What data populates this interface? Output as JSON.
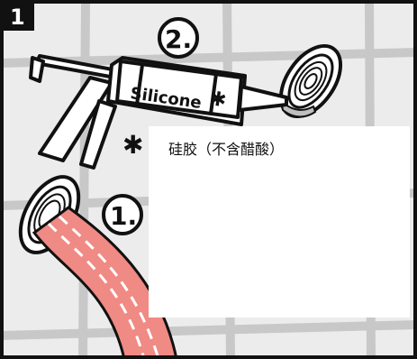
{
  "panel": {
    "number": "1",
    "border_color": "#111111",
    "background_color": "#ffffff",
    "tile_color": "#ececec",
    "grout_color": "#c8c8c8"
  },
  "steps": {
    "step1": "1.",
    "step2": "2."
  },
  "gun": {
    "label": "Silicone",
    "label_mark": "✱",
    "icon": "caulking-gun-icon"
  },
  "footnote": {
    "mark": "✱",
    "text": "硅胶（不含醋酸）"
  },
  "hose": {
    "icon": "shower-hose-icon",
    "color": "#f08a84"
  },
  "fittings": {
    "left_icon": "wall-fitting-icon",
    "right_icon": "wall-fitting-icon",
    "sealant_color": "#bfbfbf"
  }
}
